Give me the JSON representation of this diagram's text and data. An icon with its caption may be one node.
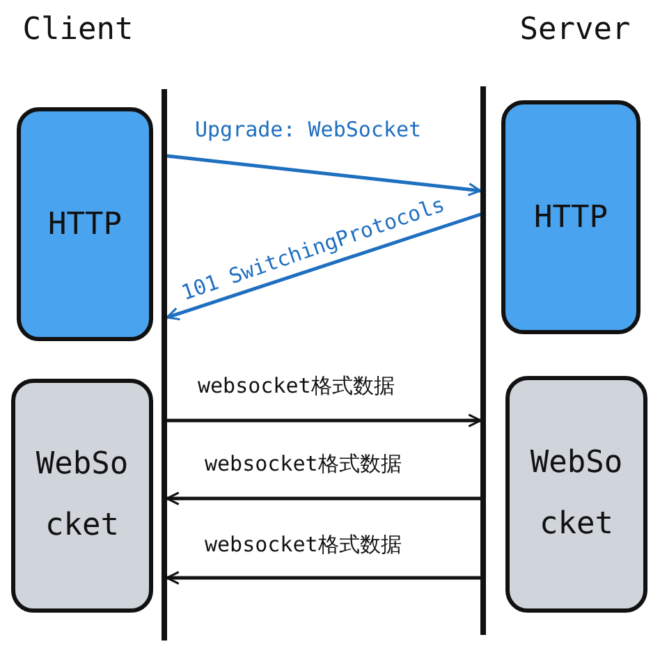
{
  "diagram": {
    "nodes": [
      {
        "text": [
          "Client"
        ]
      },
      {
        "text": [
          "Server"
        ]
      },
      {
        "text": [
          "HTTP"
        ]
      },
      {
        "text": [
          "HTTP"
        ]
      },
      {
        "text": [
          "WebSocket"
        ]
      },
      {
        "text": [
          "WebSocket"
        ]
      },
      {
        "text": [],
        "shape": "bar"
      },
      {
        "text": [],
        "shape": "bar"
      }
    ],
    "edges": [
      {
        "from": 6,
        "to": 7,
        "arrow": "to",
        "label": "Upgrade: WebSocket",
        "color": "#1f6fc0"
      },
      {
        "from": 7,
        "to": 6,
        "arrow": "to",
        "label": "101 SwitchingProtocols",
        "color": "#1f6fc0"
      },
      {
        "from": 6,
        "to": 7,
        "arrow": "to",
        "label": "websocket格式数据"
      },
      {
        "from": 7,
        "to": 6,
        "arrow": "to",
        "label": "websocket格式数据"
      },
      {
        "from": 7,
        "to": 6,
        "arrow": "to",
        "label": "websocket格式数据"
      }
    ]
  }
}
